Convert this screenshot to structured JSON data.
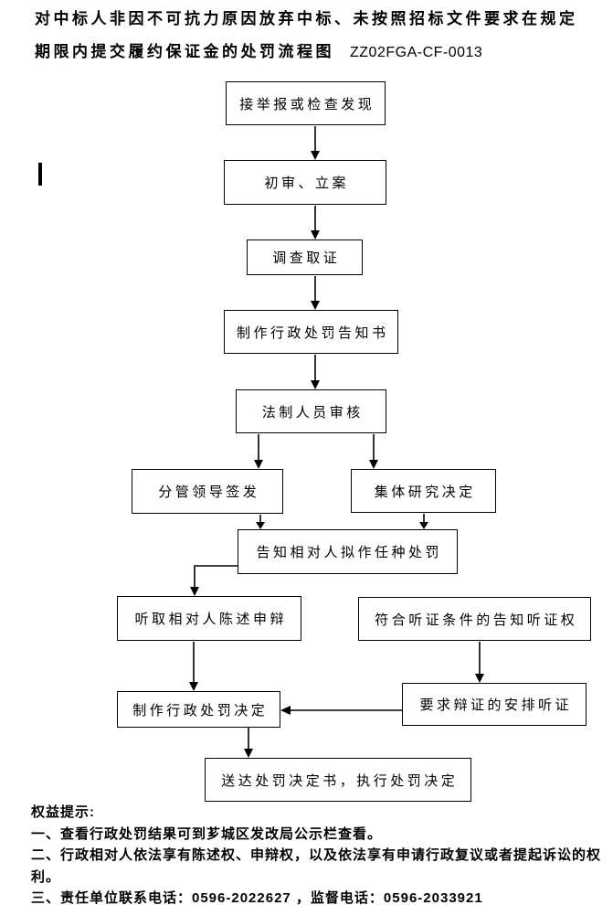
{
  "page": {
    "title_line1": "对中标人非因不可抗力原因放弃中标、未按照招标文件要求在规定",
    "title_line2": "期限内提交履约保证金的处罚流程图",
    "doc_code": "ZZ02FGA-CF-0013"
  },
  "flowchart": {
    "nodes": {
      "n1": "接举报或检查发现",
      "n2": "初审、立案",
      "n3": "调查取证",
      "n4": "制作行政处罚告知书",
      "n5": "法制人员审核",
      "n6": "分管领导签发",
      "n7": "集体研究决定",
      "n8": "告知相对人拟作任种处罚",
      "n9": "听取相对人陈述申辩",
      "n10": "符合听证条件的告知听证权",
      "n11": "制作行政处罚决定",
      "n12": "要求辩证的安排听证",
      "n13": "送达处罚决定书，执行处罚决定"
    }
  },
  "footer": {
    "heading": "权益提示:",
    "lines": [
      "一、查看行政处罚结果可到芗城区发改局公示栏查看。",
      "二、行政相对人依法享有陈述权、申辩权，以及依法享有申请行政复议或者提起诉讼的权",
      "利。",
      "三、责任单位联系电话：0596-2022627 ，监督电话：0596-2033921"
    ]
  }
}
